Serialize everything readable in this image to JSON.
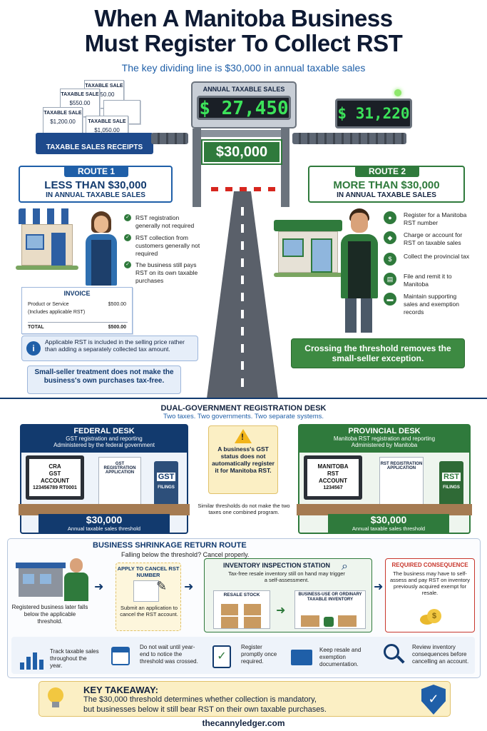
{
  "header": {
    "title_line1": "When A Manitoba Business",
    "title_line2": "Must Register To Collect RST",
    "subtitle": "The key dividing line is $30,000 in annual taxable sales"
  },
  "receipts": {
    "tickets": [
      {
        "label": "TAXABLE SALE",
        "amount": "$550.00"
      },
      {
        "label": "TAXABLE SALE",
        "amount": "$350.00"
      },
      {
        "label": "TAXABLE SALE",
        "amount": "$1,200.00"
      },
      {
        "label": "TAXABLE SALE",
        "amount": "$1,050.00"
      }
    ],
    "tray_label": "TAXABLE SALES RECEIPTS"
  },
  "scale": {
    "label": "ANNUAL TAXABLE SALES",
    "left_display": "$ 27,450",
    "right_display": "$ 31,220",
    "gate_sign": "$30,000"
  },
  "route1": {
    "tag": "ROUTE 1",
    "heading": "LESS THAN $30,000",
    "sub": "IN ANNUAL TAXABLE SALES",
    "items": [
      "RST registration generally not required",
      "RST collection from customers generally not required",
      "The business still pays RST on its own taxable purchases"
    ],
    "invoice": {
      "title": "INVOICE",
      "line_label": "Product or Service",
      "line_sub": "(Includes applicable RST)",
      "line_amount": "$500.00",
      "total_label": "TOTAL",
      "total_amount": "$500.00"
    },
    "info_note": "Applicable RST is included in the selling price rather than adding a separately collected tax amount.",
    "bottom_note": "Small-seller treatment does not make the business's own purchases tax-free."
  },
  "route2": {
    "tag": "ROUTE 2",
    "heading": "MORE THAN $30,000",
    "sub": "IN ANNUAL TAXABLE SALES",
    "items": [
      "Register for a Manitoba RST number",
      "Charge or account for RST on taxable sales",
      "Collect the provincial tax",
      "File and remit it to Manitoba",
      "Maintain supporting sales and exemption records"
    ],
    "bottom_note": "Crossing the threshold removes the small-seller exception."
  },
  "dual": {
    "heading": "DUAL-GOVERNMENT REGISTRATION DESK",
    "subheading": "Two taxes. Two governments. Two separate systems.",
    "federal": {
      "title": "FEDERAL DESK",
      "line1": "GST registration and reporting",
      "line2": "Administered by the federal government",
      "monitor": [
        "CRA",
        "GST",
        "ACCOUNT",
        "123456789 RT0001"
      ],
      "paper": "GST REGISTRATION APPLICATION",
      "binder_big": "GST",
      "binder_small": "FILINGS",
      "threshold": "$30,000",
      "threshold_sub": "Annual taxable sales threshold"
    },
    "warning": "A business's GST status does not automatically register it for Manitoba RST.",
    "similar": "Similar thresholds do not make the two taxes one combined program.",
    "provincial": {
      "title": "PROVINCIAL DESK",
      "line1": "Manitoba RST registration and reporting",
      "line2": "Administered by Manitoba",
      "monitor": [
        "MANITOBA",
        "RST",
        "ACCOUNT",
        "1234567"
      ],
      "paper": "RST REGISTRATION APPLICATION",
      "binder_big": "RST",
      "binder_small": "FILINGS",
      "threshold": "$30,000",
      "threshold_sub": "Annual taxable sales threshold"
    }
  },
  "shrink": {
    "heading": "BUSINESS SHRINKAGE RETURN ROUTE",
    "subheading": "Falling below the threshold? Cancel properly.",
    "step1": "Registered business later falls below the applicable threshold.",
    "step2_title": "APPLY TO CANCEL RST NUMBER",
    "step2_text": "Submit an application to cancel the RST account.",
    "inspection_title": "INVENTORY INSPECTION STATION",
    "inspection_text": "Tax-free resale inventory still on hand may trigger a self-assessment.",
    "resale_label": "RESALE STOCK",
    "business_label": "BUSINESS-USE OR ORDINARY TAXABLE INVENTORY",
    "consequence_title": "REQUIRED CONSEQUENCE",
    "consequence_text": "The business may have to self-assess and pay RST on inventory previously acquired exempt for resale."
  },
  "tips": [
    {
      "icon": "bar-chart-icon",
      "text": "Track taxable sales throughout the year."
    },
    {
      "icon": "calendar-icon",
      "text": "Do not wait until year-end to notice the threshold was crossed."
    },
    {
      "icon": "clipboard-check-icon",
      "text": "Register promptly once required."
    },
    {
      "icon": "folder-icon",
      "text": "Keep resale and exemption documentation."
    },
    {
      "icon": "magnifier-icon",
      "text": "Review inventory consequences before cancelling an account."
    }
  ],
  "takeaway": {
    "title": "KEY TAKEAWAY:",
    "line1": "The $30,000 threshold determines whether collection is mandatory,",
    "line2": "but businesses below it still bear RST on their own taxable purchases."
  },
  "footer": "thecannyledger.com",
  "colors": {
    "navy": "#123a6e",
    "blue": "#1f5fa8",
    "green": "#2f7a3c",
    "digits": "#3ce35a",
    "takeaway_bg": "#fbefc4"
  }
}
